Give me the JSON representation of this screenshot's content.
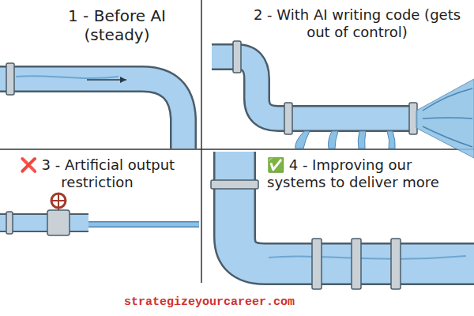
{
  "diagram": {
    "labels": [
      "1 - Before AI (steady)",
      "2 - With AI writing code (gets out of control)",
      "❌ 3 - Artificial output restriction",
      "✅ 4 - Improving our systems to deliver more",
      "strategizeyourcareer.com"
    ]
  }
}
